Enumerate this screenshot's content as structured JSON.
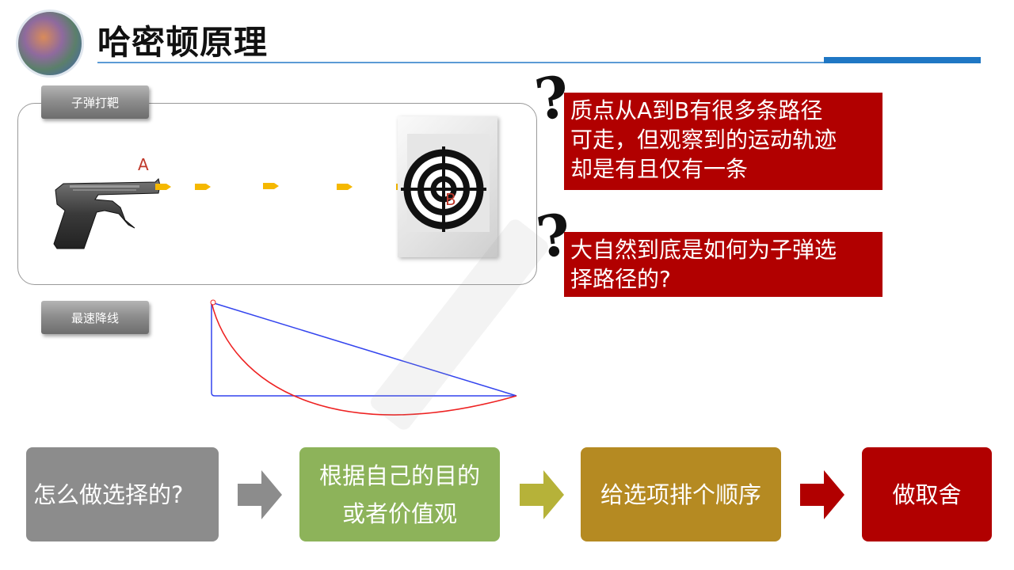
{
  "header": {
    "title": "哈密顿原理"
  },
  "tags": {
    "bullet_shooting": "子弹打靶",
    "brachistochrone": "最速降线"
  },
  "diagram": {
    "point_a": "A",
    "point_b": "B"
  },
  "questions": [
    {
      "lines": [
        "质点从A到B有很多条路径",
        "可走，但观察到的运动轨迹",
        "却是有且仅有一条"
      ]
    },
    {
      "lines": [
        "大自然到底是如何为子弹选",
        "择路径的?"
      ]
    }
  ],
  "flow": {
    "step1": "怎么做选择的?",
    "step2_lines": [
      "根据自己的目的",
      "或者价值观"
    ],
    "step3": "给选项排个顺序",
    "step4": "做取舍"
  },
  "colors": {
    "title_accent": "#1f77c4",
    "question_bg": "#b10000",
    "flow_gray": "#8c8c8c",
    "flow_green": "#8db35a",
    "flow_gold": "#b58a22",
    "flow_red": "#b10000",
    "bullet": "#f5b800",
    "brach_line": "#3344ee",
    "brach_curve": "#ee2222"
  }
}
